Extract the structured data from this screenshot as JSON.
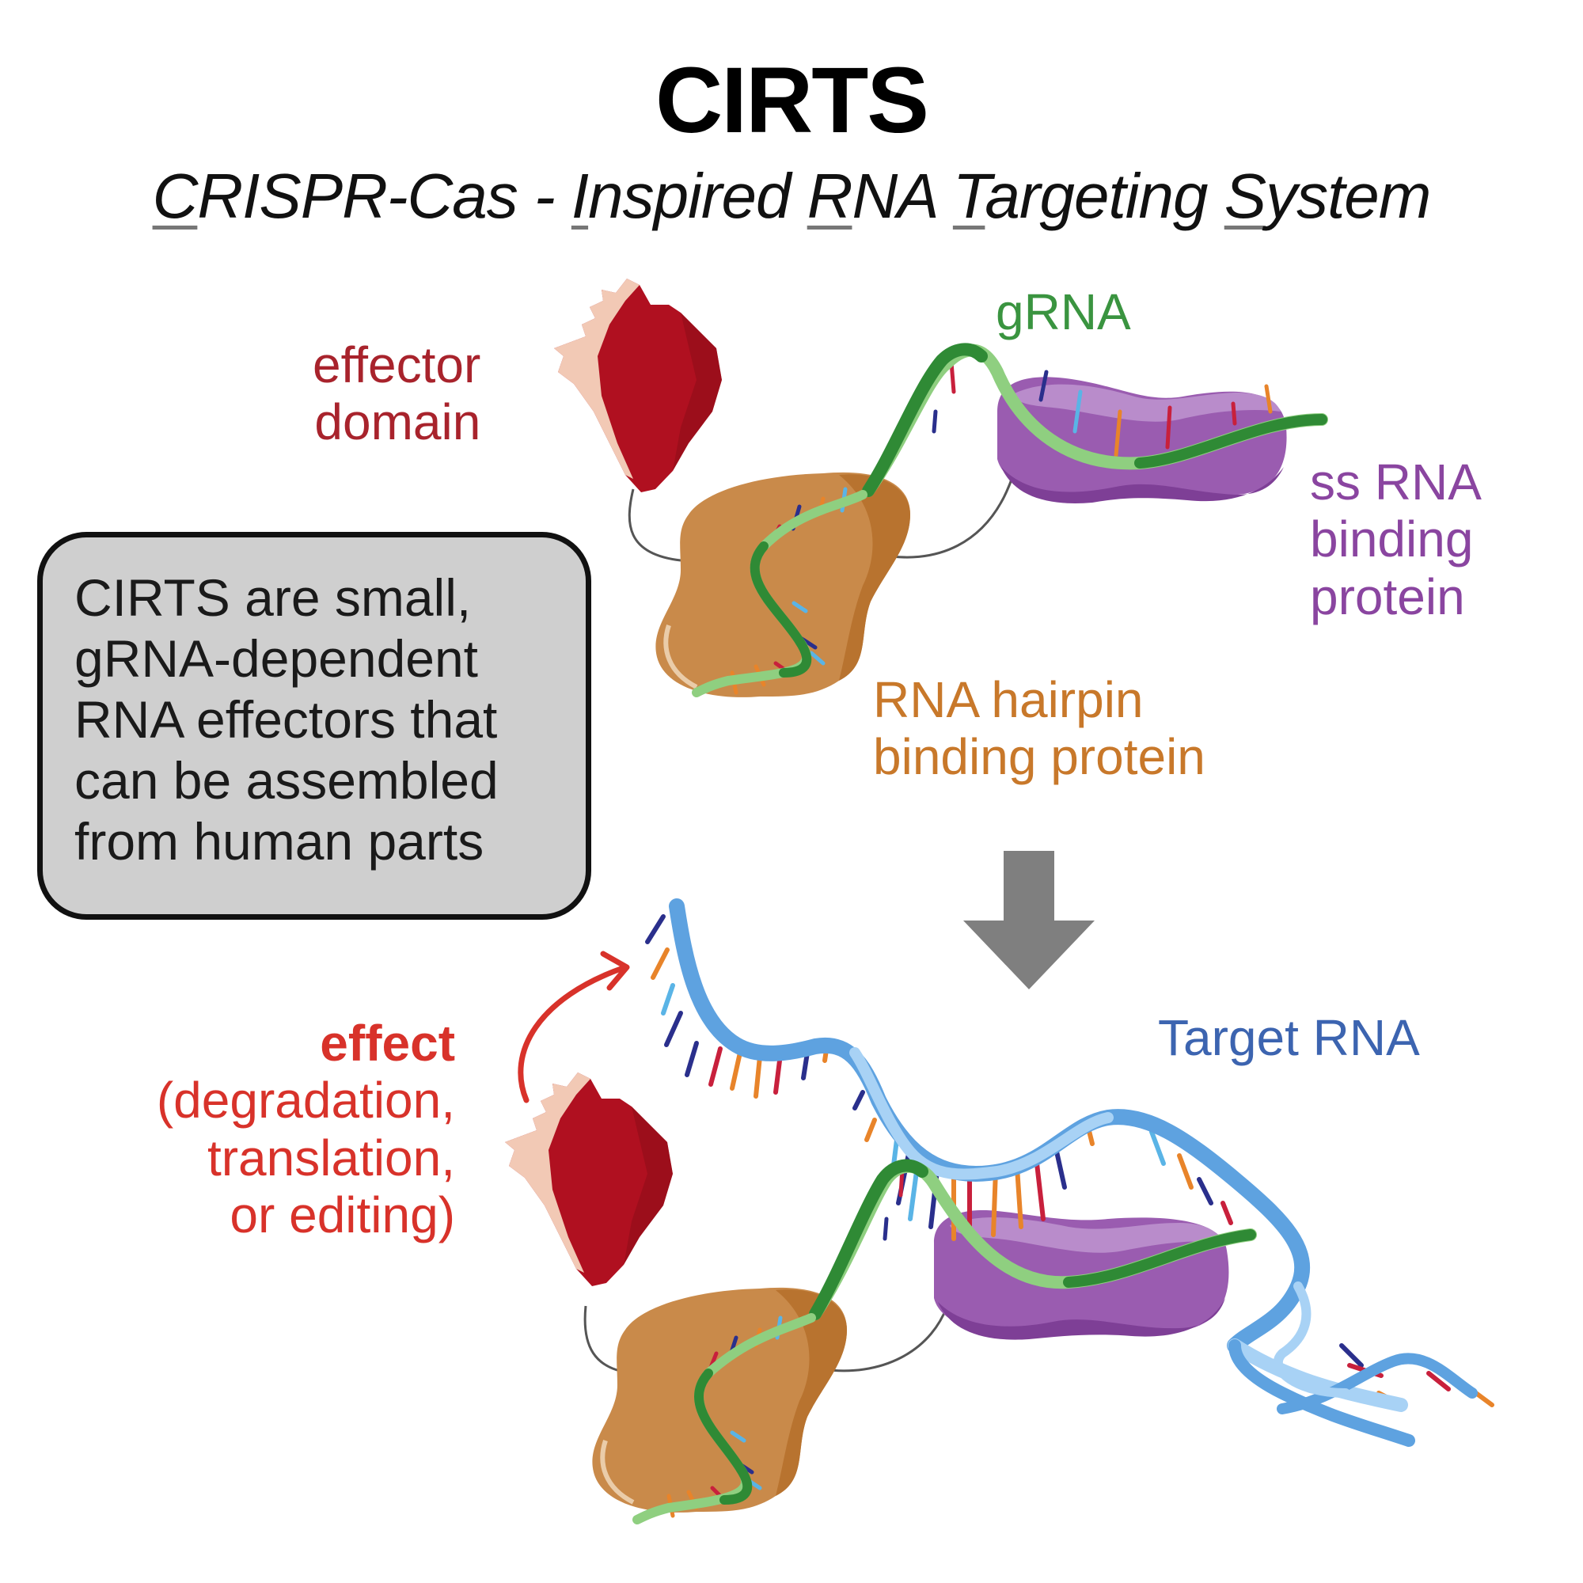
{
  "title": "CIRTS",
  "subtitle": {
    "parts": [
      {
        "text": "C",
        "underlined": true
      },
      {
        "text": "RISPR-Cas - ",
        "underlined": false
      },
      {
        "text": "I",
        "underlined": true
      },
      {
        "text": "nspired ",
        "underlined": false
      },
      {
        "text": "R",
        "underlined": true
      },
      {
        "text": "NA ",
        "underlined": false
      },
      {
        "text": "T",
        "underlined": true
      },
      {
        "text": "argeting ",
        "underlined": false
      },
      {
        "text": "S",
        "underlined": true
      },
      {
        "text": "ystem",
        "underlined": false
      }
    ]
  },
  "labels": {
    "effector_domain": [
      "effector",
      "domain"
    ],
    "grna": "gRNA",
    "ss_rna_binding_protein": [
      "ss RNA",
      "binding",
      "protein"
    ],
    "rna_hairpin_binding_protein": [
      "RNA hairpin",
      "binding protein"
    ],
    "target_rna": "Target RNA",
    "effect": {
      "heading": "effect",
      "lines": [
        "(degradation,",
        "translation,",
        "or editing)"
      ]
    }
  },
  "infobox": {
    "lines": [
      "CIRTS are small,",
      "gRNA-dependent",
      "RNA effectors that",
      "can be assembled",
      "from human parts"
    ]
  },
  "icons": {
    "process_arrow": "down-arrow-icon",
    "effect_arrow": "curved-arrow-icon"
  },
  "colors": {
    "effector": "#b01020",
    "effector_highlight": "#f2c9b5",
    "hairpin_protein": "#c98a4a",
    "hairpin_protein_dark": "#b8732f",
    "ss_protein": "#9a5cb0",
    "ss_protein_light": "#b98ccb",
    "grna_dark": "#2f8a35",
    "grna_light": "#8fcf80",
    "target_rna": "#5ea2e0",
    "target_rna_light": "#a8d2f5",
    "arrow_gray": "#7f7f7f",
    "effect_arrow": "#d8322a"
  }
}
